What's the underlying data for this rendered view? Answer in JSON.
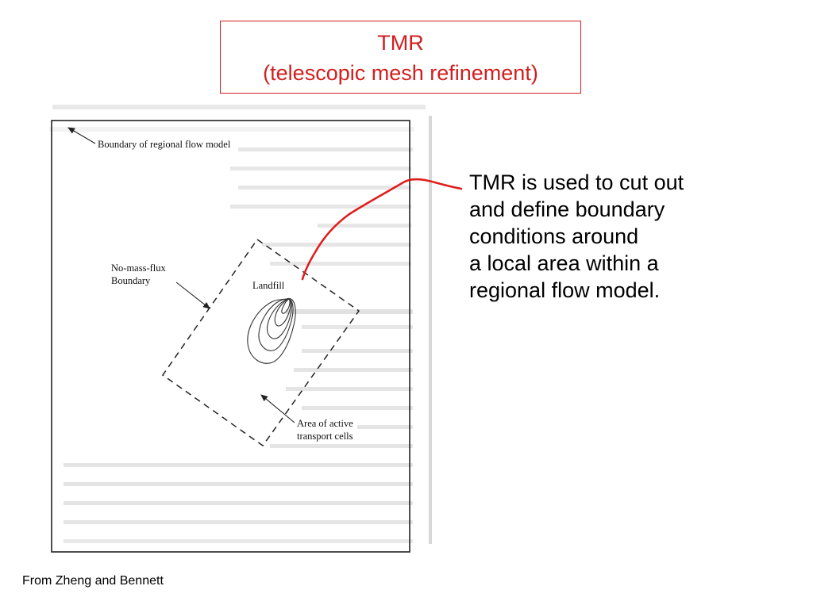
{
  "title": {
    "line1": "TMR",
    "line2": "(telescopic mesh refinement)"
  },
  "caption": {
    "lines": [
      "TMR is used to cut out",
      "and define boundary",
      "conditions around",
      "a local area within a",
      "regional flow model."
    ]
  },
  "figure": {
    "labels": {
      "regional_boundary": "Boundary of regional flow model",
      "no_mass_flux_1": "No-mass-flux",
      "no_mass_flux_2": "Boundary",
      "landfill": "Landfill",
      "active_cells_1": "Area of active",
      "active_cells_2": "transport cells"
    }
  },
  "source": "From Zheng and Bennett",
  "colors": {
    "accent_red": "#d21e1e",
    "ghost_text": "#c4c4c4",
    "figure_ink": "#222222"
  }
}
